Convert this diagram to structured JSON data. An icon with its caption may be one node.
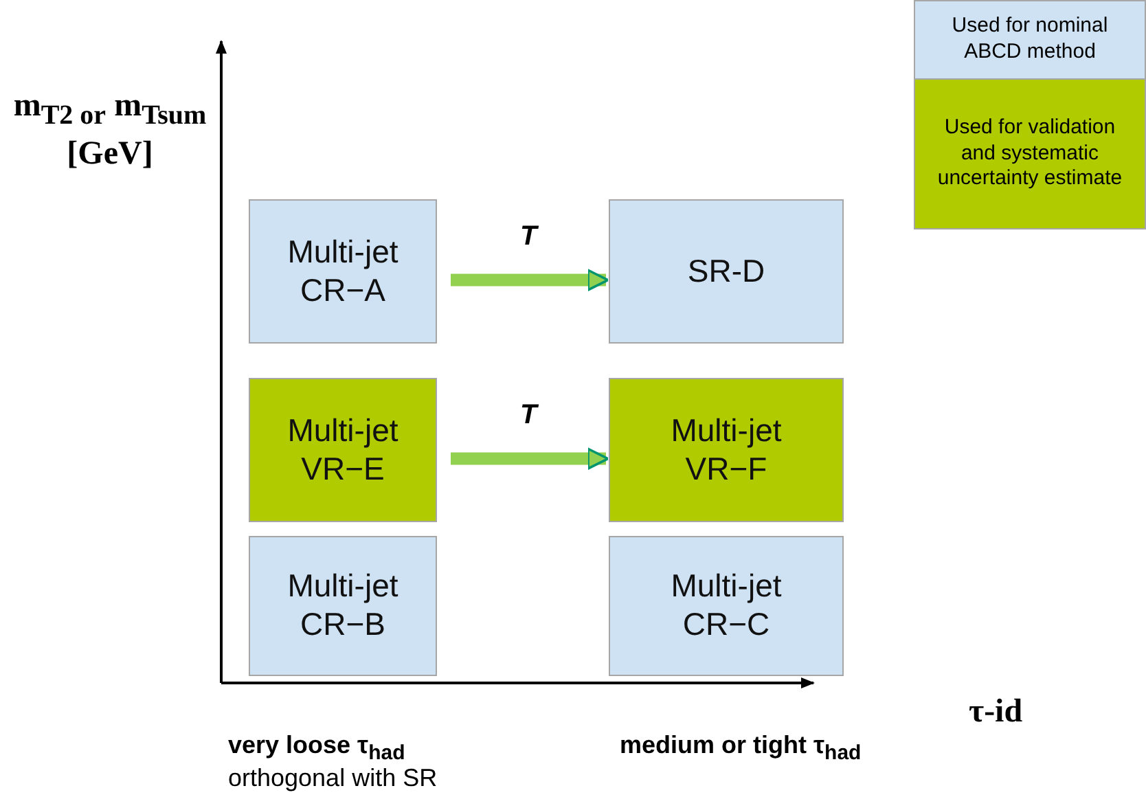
{
  "diagram": {
    "nodes": [
      {
        "text": [
          "Multi-jet CR−A"
        ]
      },
      {
        "text": [
          "SR-D"
        ]
      },
      {
        "text": [
          "Multi-jet VR−E"
        ]
      },
      {
        "text": [
          "Multi-jet VR−F"
        ]
      },
      {
        "text": [
          "Multi-jet CR−B"
        ]
      },
      {
        "text": [
          "Multi-jet CR−C"
        ]
      }
    ],
    "edges": [
      {
        "from": 0,
        "to": 1,
        "arrow": "to",
        "label": "T"
      },
      {
        "from": 2,
        "to": 3,
        "arrow": "to",
        "label": "T"
      }
    ],
    "labels": [
      "m$_{T2 or}$ m$_{Tsum}$ [GeV]",
      "τ-id",
      "very loose τ$_{had}$",
      "orthogonal with SR",
      "medium or tight τ$_{had}$"
    ],
    "legend": [
      {
        "text": "Used for nominal ABCD method",
        "color": "#cfe2f3"
      },
      {
        "text": "Used for validation and systematic uncertainty estimate",
        "color": "#b0cc00"
      }
    ]
  }
}
